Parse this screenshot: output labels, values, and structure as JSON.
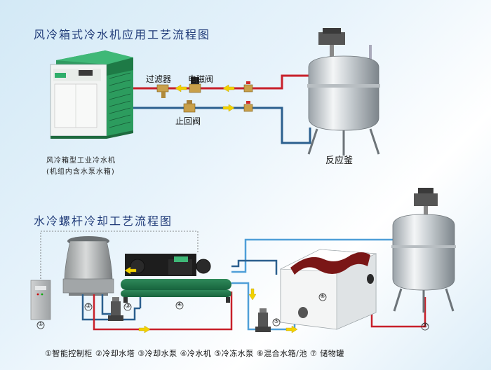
{
  "top": {
    "title": "风冷箱式冷水机应用工艺流程图",
    "labels": {
      "filter": "过滤器",
      "solenoid_valve": "电磁阀",
      "check_valve": "止回阀",
      "reactor": "反应釜",
      "chiller_caption_line1": "风冷箱型工业冷水机",
      "chiller_caption_line2": "(机组内含水泵水箱)"
    }
  },
  "bottom": {
    "title": "水冷螺杆冷却工艺流程图",
    "markers": [
      "①",
      "②",
      "③",
      "④",
      "⑤",
      "⑥",
      "⑦"
    ],
    "legend": "①智能控制柜 ②冷却水塔 ③冷却水泵 ④冷水机 ⑤冷冻水泵 ⑥混合水箱/池 ⑦ 储物罐"
  },
  "colors": {
    "hot_pipe": "#c8202a",
    "cold_pipe": "#2b5f8e",
    "dashed_pipe": "#4f9fd8",
    "arrow": "#f2d200",
    "unit_green": "#2fae6a",
    "frame_green": "#1e8a4a",
    "title_blue": "#1f3a78"
  }
}
